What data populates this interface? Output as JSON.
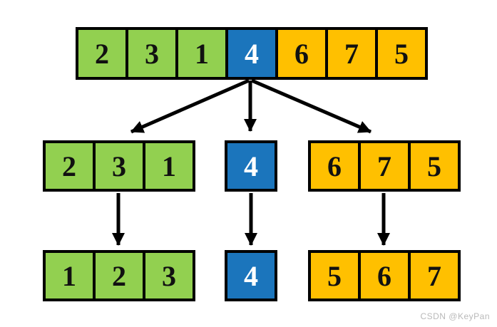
{
  "diagram": {
    "description": "partition diagram of array around pivot",
    "top": {
      "values": [
        "2",
        "3",
        "1",
        "4",
        "6",
        "7",
        "5"
      ],
      "cell_colors": [
        "green",
        "green",
        "green",
        "blue",
        "orange",
        "orange",
        "orange"
      ]
    },
    "middle": {
      "left": {
        "values": [
          "2",
          "3",
          "1"
        ],
        "cell_colors": [
          "green",
          "green",
          "green"
        ]
      },
      "center": {
        "values": [
          "4"
        ],
        "cell_colors": [
          "blue"
        ]
      },
      "right": {
        "values": [
          "6",
          "7",
          "5"
        ],
        "cell_colors": [
          "orange",
          "orange",
          "orange"
        ]
      }
    },
    "bottom": {
      "left": {
        "values": [
          "1",
          "2",
          "3"
        ],
        "cell_colors": [
          "green",
          "green",
          "green"
        ]
      },
      "center": {
        "values": [
          "4"
        ],
        "cell_colors": [
          "blue"
        ]
      },
      "right": {
        "values": [
          "5",
          "6",
          "7"
        ],
        "cell_colors": [
          "orange",
          "orange",
          "orange"
        ]
      }
    }
  },
  "colors": {
    "green": "#92d050",
    "blue": "#1b75bc",
    "orange": "#ffc000",
    "border": "#000000",
    "arrow": "#000000",
    "watermark_gray": "#b9b9b9"
  },
  "watermark": "CSDN @KeyPan"
}
